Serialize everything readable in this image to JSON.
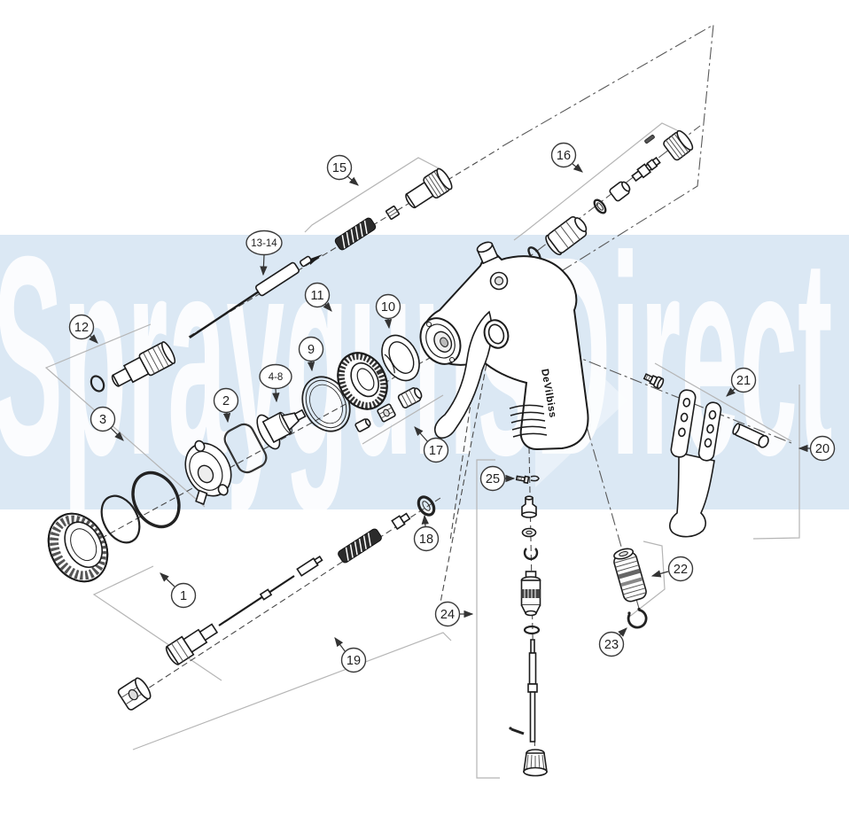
{
  "watermark": {
    "text": "SpraygunsDirect",
    "arrow_icon": "right-chevron-arrow"
  },
  "brand": {
    "gun_label": "DeVilbiss"
  },
  "colors": {
    "band": "#dbe8f4",
    "watermark": "#fdfeff",
    "watermark_arrow": "#e9f1f9",
    "line": "#1c1c1c",
    "bracket": "#b5b5b5",
    "axis": "#4a4a4a"
  },
  "callouts": [
    {
      "label": "1"
    },
    {
      "label": "2"
    },
    {
      "label": "3"
    },
    {
      "label": "4-8"
    },
    {
      "label": "9"
    },
    {
      "label": "10"
    },
    {
      "label": "11"
    },
    {
      "label": "12"
    },
    {
      "label": "13-14"
    },
    {
      "label": "15"
    },
    {
      "label": "16"
    },
    {
      "label": "17"
    },
    {
      "label": "18"
    },
    {
      "label": "19"
    },
    {
      "label": "20"
    },
    {
      "label": "21"
    },
    {
      "label": "22"
    },
    {
      "label": "23"
    },
    {
      "label": "24"
    },
    {
      "label": "25"
    }
  ]
}
